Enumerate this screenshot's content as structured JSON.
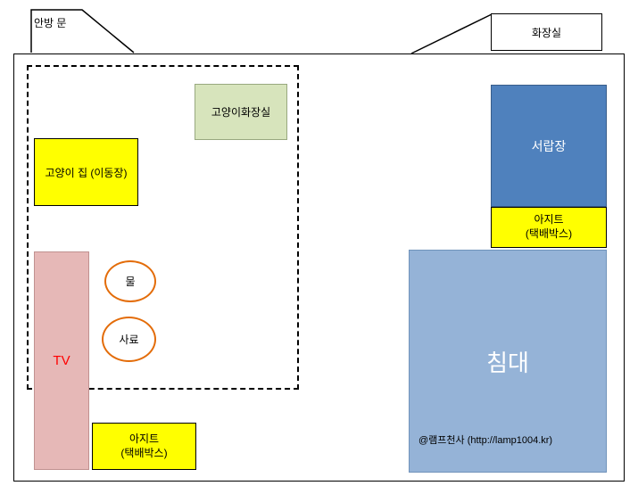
{
  "doors": {
    "bedroom": {
      "label": "안방 문"
    },
    "bathroom": {
      "label": "화장실"
    }
  },
  "cat_zone": {
    "litter_box": {
      "label": "고양이화장실"
    },
    "carrier_house": {
      "label": "고양이 집 (이동장)"
    },
    "water_bowl": {
      "label": "물"
    },
    "food_bowl": {
      "label": "사료"
    }
  },
  "furniture": {
    "tv": {
      "label": "TV"
    },
    "drawer_chest": {
      "label": "서랍장"
    },
    "hideout_tv": {
      "label": "아지트\n(택배박스)"
    },
    "hideout_drawer": {
      "label": "아지트\n(택배박스)"
    },
    "bed": {
      "label": "침대"
    }
  },
  "watermark": {
    "label": "@램프천사 (http://lamp1004.kr)"
  },
  "colors": {
    "yellow": "#ffff00",
    "green": "#d7e4bc",
    "blue": "#4f81bd",
    "light_blue": "#95b3d7",
    "pink": "#e6b8b7",
    "orange": "#e36c09",
    "tv_text": "#ff0000",
    "outline": "#000000"
  }
}
